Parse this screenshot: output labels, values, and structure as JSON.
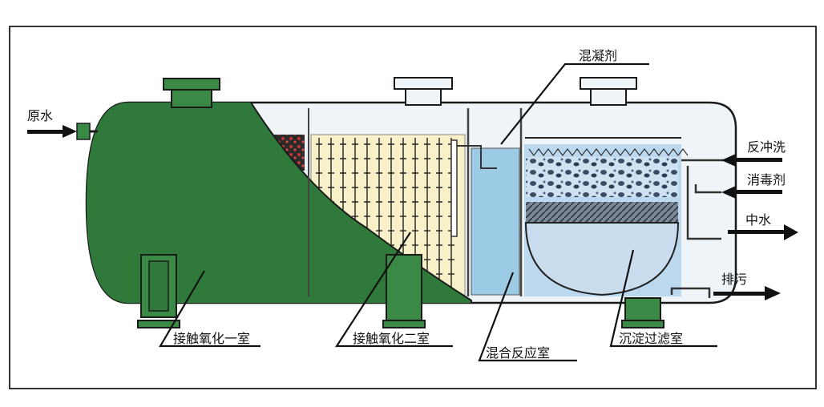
{
  "labels": {
    "raw_water": "原水",
    "coagulant": "混凝剂",
    "backwash": "反冲洗",
    "disinfectant": "消毒剂",
    "reclaimed_water": "中水",
    "sewage_discharge": "排污",
    "contact_oxidation_1": "接触氧化一室",
    "contact_oxidation_2": "接触氧化二室",
    "mixing_reaction": "混合反应室",
    "sedimentation_filtration": "沉淀过滤室"
  },
  "colors": {
    "tank_green": "#2f7a3a",
    "flange_green": "#3a8a46",
    "media_yellow": "#f7f0c8",
    "mixing_blue": "#9ccbe6",
    "filter_blue": "#bcd8ee",
    "shell_white": "#eef4f8",
    "outline": "#1a1a1a"
  },
  "icons": [
    "arrow-right-icon",
    "arrow-left-icon"
  ]
}
